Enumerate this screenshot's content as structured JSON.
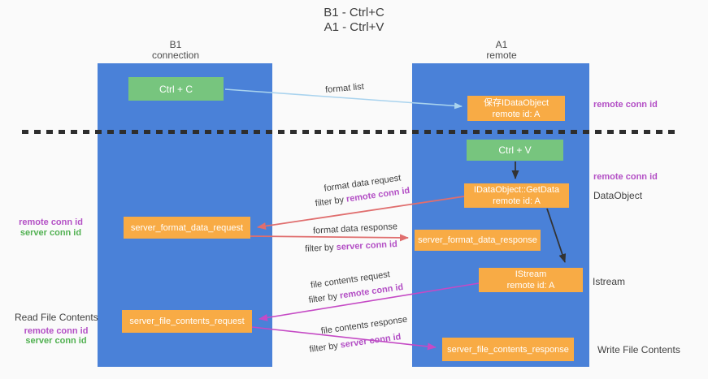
{
  "title": {
    "line1": "B1 - Ctrl+C",
    "line2": "A1 - Ctrl+V"
  },
  "lanes": {
    "left": {
      "name": "B1",
      "role": "connection"
    },
    "right": {
      "name": "A1",
      "role": "remote"
    }
  },
  "boxes": {
    "ctrl_c": "Ctrl + C",
    "ctrl_v": "Ctrl + V",
    "save_dataobject": {
      "line1": "保存IDataObject",
      "line2": "remote id: A"
    },
    "getdata": {
      "line1": "IDataObject::GetData",
      "line2": "remote id: A"
    },
    "istream": {
      "line1": "IStream",
      "line2": "remote id: A"
    },
    "format_request": "server_format_data_request",
    "format_response": "server_format_data_response",
    "file_request": "server_file_contents_request",
    "file_response": "server_file_contents_response"
  },
  "flow_labels": {
    "format_list": "format list",
    "format_request": "format data request",
    "format_request_filter": {
      "prefix": "filter by ",
      "keyword": "remote conn id"
    },
    "format_response": "format data response",
    "format_response_filter": {
      "prefix": "filter by ",
      "keyword": "server conn id"
    },
    "file_request": "file contents request",
    "file_request_filter": {
      "prefix": "filter by ",
      "keyword": "remote conn id"
    },
    "file_response": "file contents response",
    "file_response_filter": {
      "prefix": "filter by ",
      "keyword": "server conn id"
    }
  },
  "side_labels": {
    "right_remote_conn_top": "remote conn id",
    "right_remote_conn_mid": "remote conn id",
    "dataobject": "DataObject",
    "istream": "Istream",
    "write_file": "Write File Contents",
    "left_remote_conn_mid": "remote conn id",
    "left_server_conn_mid": "server conn id",
    "read_file": "Read File Contents",
    "left_remote_conn_bottom": "remote conn id",
    "left_server_conn_bottom": "server conn id"
  },
  "colors": {
    "lane_blue": "#4a81d8",
    "box_orange": "#f8ab45",
    "box_green": "#77c57e",
    "arrow_red": "#e06e6e",
    "arrow_magenta": "#c54ac5",
    "arrow_light_blue": "#a9d3ee",
    "arrow_black": "#333333",
    "keyword_purple": "#b34fc5",
    "legend_green": "#52b152"
  }
}
